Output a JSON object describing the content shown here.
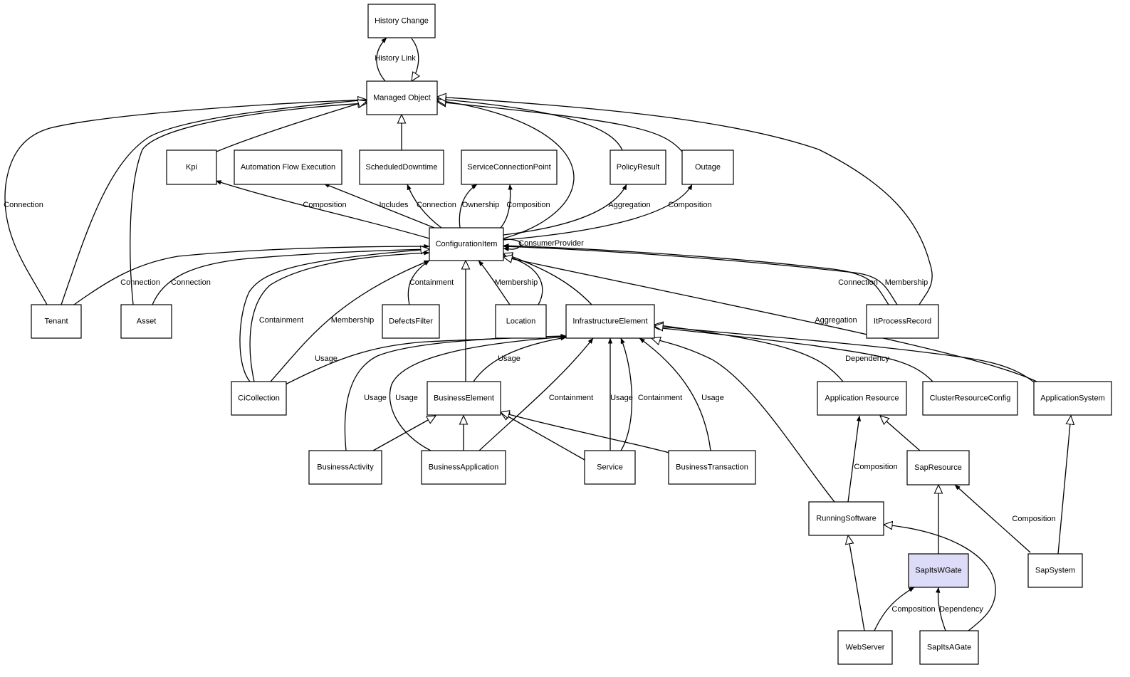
{
  "colors": {
    "background": "#ffffff",
    "stroke": "#000000",
    "highlight": "#dcdcf8"
  },
  "nodes": {
    "history_change": "History Change",
    "managed_object": "Managed Object",
    "kpi": "Kpi",
    "automation_flow_execution": "Automation Flow Execution",
    "scheduled_downtime": "ScheduledDowntime",
    "service_connection_point": "ServiceConnectionPoint",
    "policy_result": "PolicyResult",
    "outage": "Outage",
    "configuration_item": "ConfigurationItem",
    "tenant": "Tenant",
    "asset": "Asset",
    "defects_filter": "DefectsFilter",
    "location": "Location",
    "infrastructure_element": "InfrastructureElement",
    "it_process_record": "ItProcessRecord",
    "ci_collection": "CiCollection",
    "business_element": "BusinessElement",
    "application_resource": "Application Resource",
    "cluster_resource_config": "ClusterResourceConfig",
    "application_system": "ApplicationSystem",
    "business_activity": "BusinessActivity",
    "business_application": "BusinessApplication",
    "service": "Service",
    "business_transaction": "BusinessTransaction",
    "sap_resource": "SapResource",
    "running_software": "RunningSoftware",
    "sap_its_wgate": "SapItsWGate",
    "sap_system": "SapSystem",
    "web_server": "WebServer",
    "sap_its_agate": "SapItsAGate"
  },
  "edge_labels": {
    "history_link": "History Link",
    "tenant_managed_connection": "Connection",
    "ci_kpi_composition": "Composition",
    "ci_afe_includes": "Includes",
    "ci_sd_connection": "Connection",
    "ci_scp_ownership": "Ownership",
    "ci_scp_composition": "Composition",
    "ci_policy_aggregation": "Aggregation",
    "ci_outage_composition": "Composition",
    "ci_consumer_provider": "ConsumerProvider",
    "tenant_ci_connection": "Connection",
    "asset_ci_connection": "Connection",
    "defects_ci_containment": "Containment",
    "location_ci_membership": "Membership",
    "itpr_ci_connection": "Connection",
    "itpr_ci_membership": "Membership",
    "itpr_managed_aggregation": "Aggregation",
    "cicol_ci_containment": "Containment",
    "cicol_ci_membership": "Membership",
    "cicol_ie_usage": "Usage",
    "be_ie_usage": "Usage",
    "ie_cluster_dependency": "Dependency",
    "ba_ie_usage": "Usage",
    "bapp_ie_usage": "Usage",
    "bapp_ie_containment": "Containment",
    "service_ie_usage": "Usage",
    "service_ie_containment": "Containment",
    "bt_ie_usage": "Usage",
    "rs_ar_composition": "Composition",
    "sapsys_sapres_composition": "Composition",
    "ws_wgate_composition": "Composition",
    "agate_wgate_dependency": "Dependency"
  }
}
